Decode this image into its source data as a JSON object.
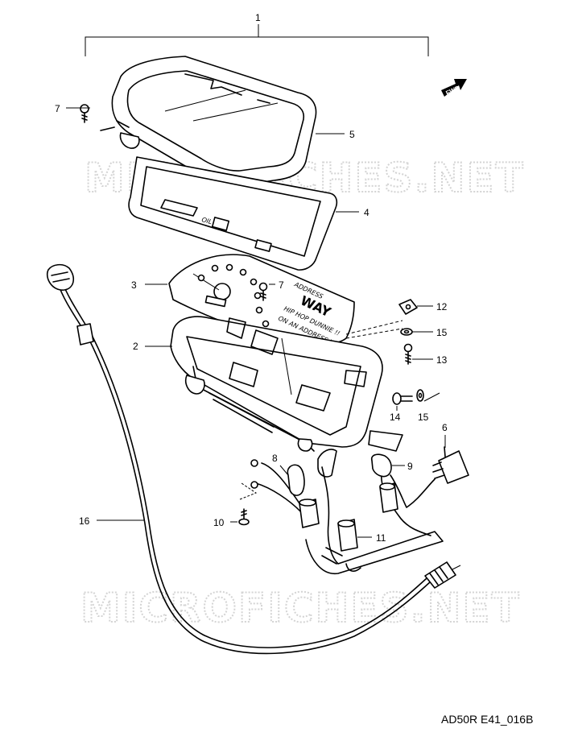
{
  "watermark": "MICROFICHES.NET",
  "figure_code": "AD50R E41_016B",
  "fwd_label": "FWD",
  "dial_text": {
    "line1": "HIP HOP DUNNIE !!",
    "line2": "ON AN ADDRESS WAY",
    "brand": "WAY",
    "small": "ADDRESS"
  },
  "indicator_text": "OIL",
  "callouts": [
    {
      "id": "p1",
      "label": "1"
    },
    {
      "id": "p2",
      "label": "2"
    },
    {
      "id": "p3",
      "label": "3"
    },
    {
      "id": "p4",
      "label": "4"
    },
    {
      "id": "p5",
      "label": "5"
    },
    {
      "id": "p6",
      "label": "6"
    },
    {
      "id": "p7a",
      "label": "7"
    },
    {
      "id": "p7b",
      "label": "7"
    },
    {
      "id": "p8",
      "label": "8"
    },
    {
      "id": "p9",
      "label": "9"
    },
    {
      "id": "p10",
      "label": "10"
    },
    {
      "id": "p11",
      "label": "11"
    },
    {
      "id": "p12",
      "label": "12"
    },
    {
      "id": "p13",
      "label": "13"
    },
    {
      "id": "p14",
      "label": "14"
    },
    {
      "id": "p15a",
      "label": "15"
    },
    {
      "id": "p15b",
      "label": "15"
    },
    {
      "id": "p16",
      "label": "16"
    }
  ]
}
